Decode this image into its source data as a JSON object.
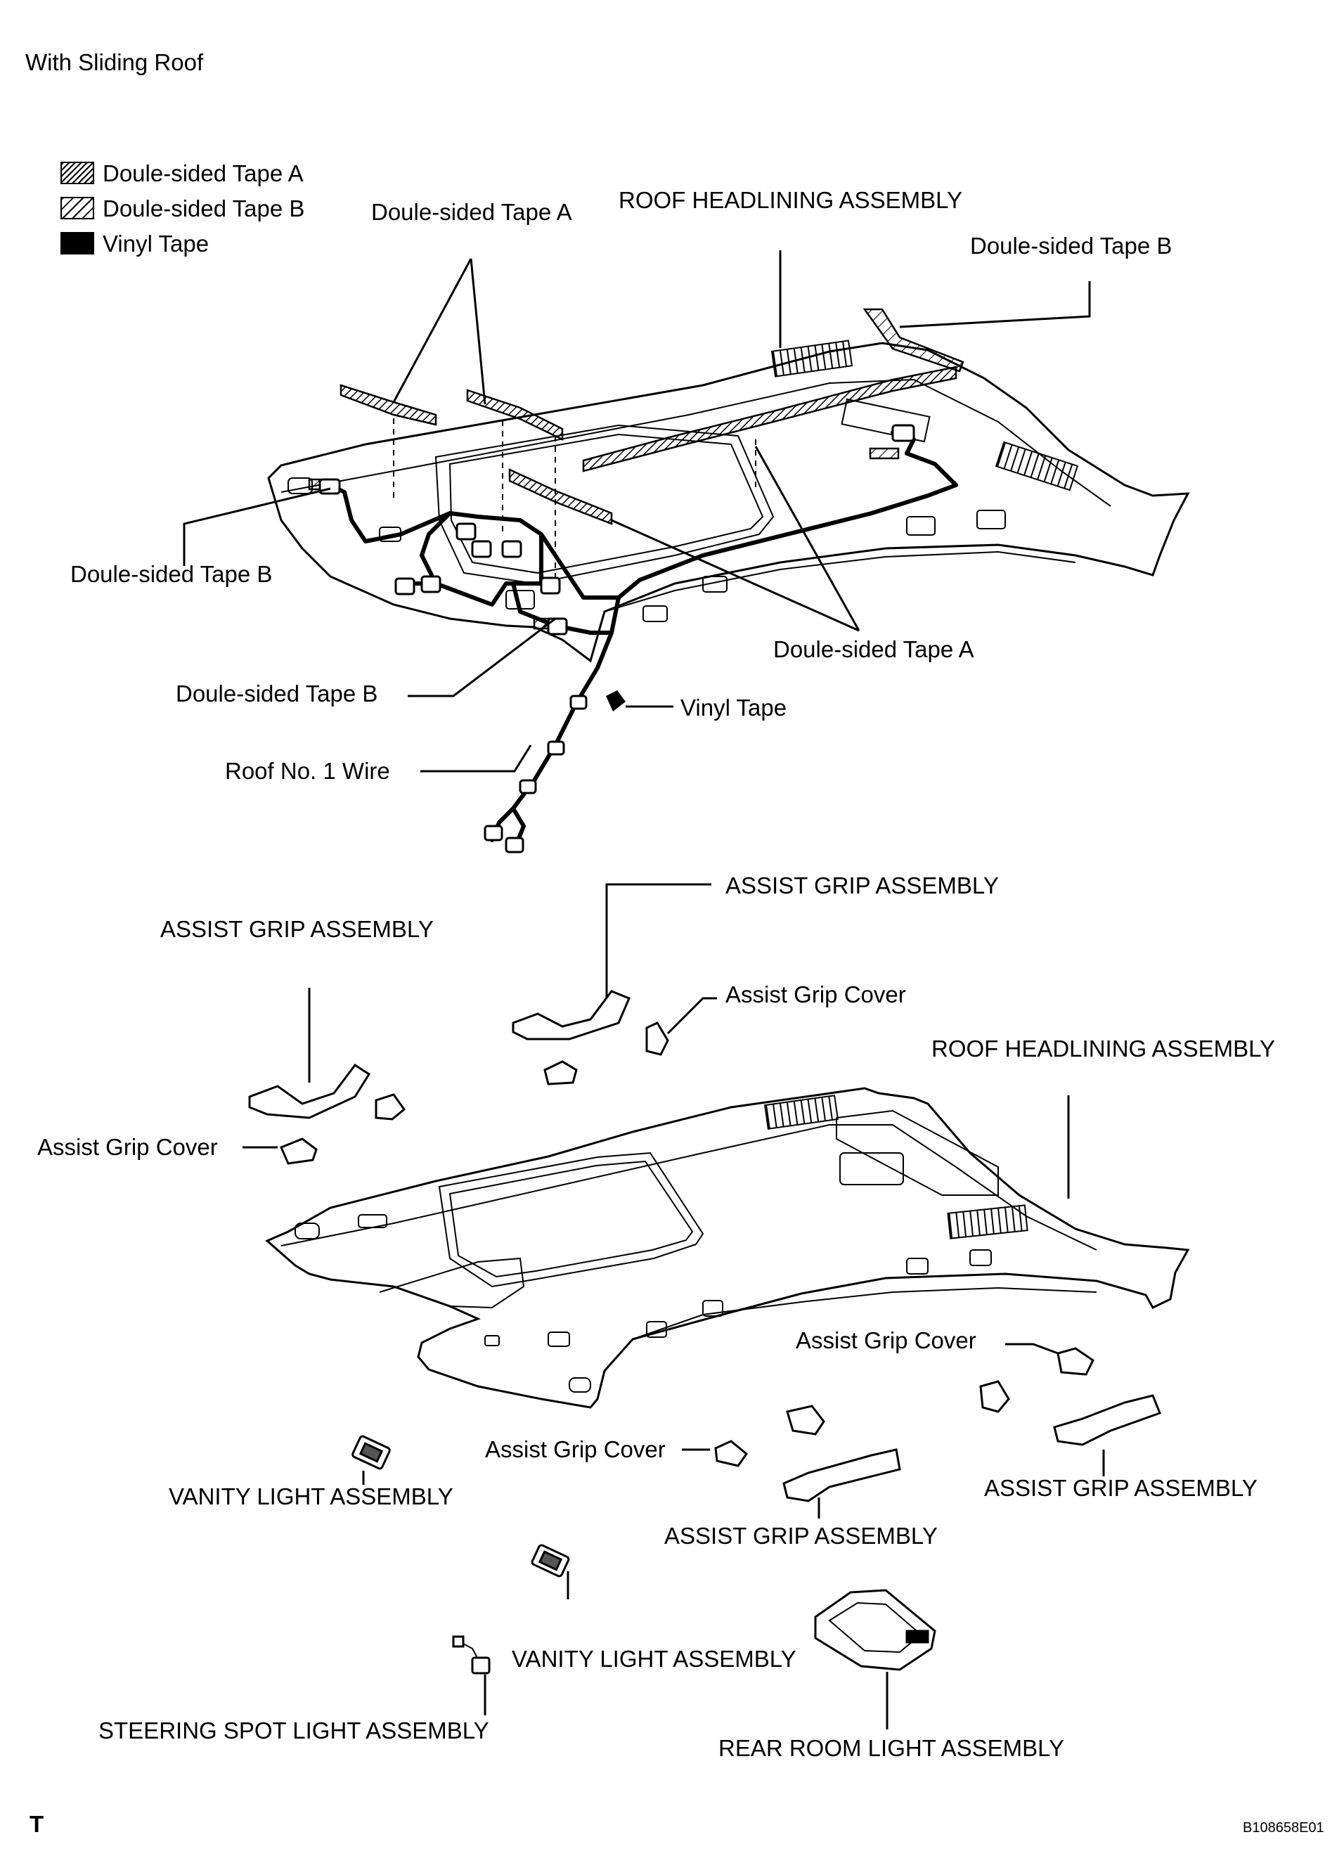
{
  "header": {
    "title": "With Sliding Roof"
  },
  "legend": [
    {
      "label": "Doule-sided Tape A",
      "pattern": "dense-hatch"
    },
    {
      "label": "Doule-sided Tape B",
      "pattern": "sparse-hatch"
    },
    {
      "label": "Vinyl Tape",
      "pattern": "solid-black"
    }
  ],
  "callouts": {
    "top_tape_a": "Doule-sided Tape A",
    "top_headlining": "ROOF HEADLINING ASSEMBLY",
    "top_tape_b_right": "Doule-sided Tape B",
    "left_tape_b": "Doule-sided Tape B",
    "lower_tape_a": "Doule-sided Tape A",
    "center_tape_b": "Doule-sided Tape B",
    "vinyl_tape": "Vinyl Tape",
    "roof_wire": "Roof No. 1 Wire",
    "grip_top_center": "ASSIST GRIP ASSEMBLY",
    "grip_top_left": "ASSIST GRIP ASSEMBLY",
    "cover_top_center": "Assist Grip Cover",
    "bottom_headlining": "ROOF HEADLINING ASSEMBLY",
    "cover_left": "Assist Grip Cover",
    "cover_right": "Assist Grip Cover",
    "cover_bottom_center": "Assist Grip Cover",
    "vanity_left": "VANITY LIGHT ASSEMBLY",
    "grip_bottom_right": "ASSIST GRIP ASSEMBLY",
    "grip_bottom_center": "ASSIST GRIP ASSEMBLY",
    "vanity_center": "VANITY LIGHT ASSEMBLY",
    "steering_spot": "STEERING SPOT LIGHT ASSEMBLY",
    "rear_room": "REAR ROOM LIGHT ASSEMBLY"
  },
  "footer": {
    "mark": "T",
    "figure_code": "B108658E01"
  }
}
